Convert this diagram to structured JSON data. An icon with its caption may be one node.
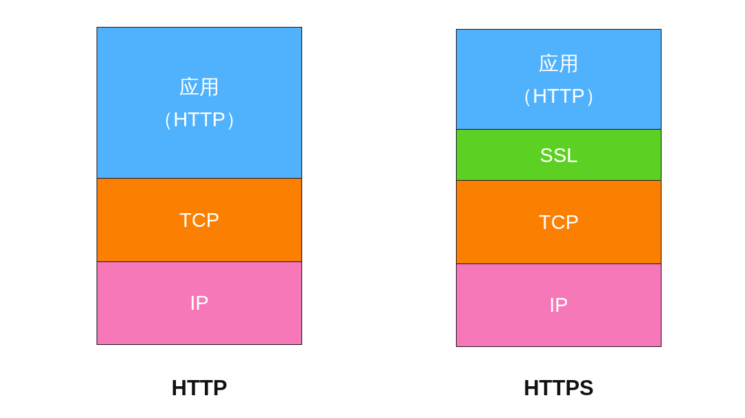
{
  "diagram": {
    "nodes": [
      {
        "text": [
          "应用（HTTP）"
        ]
      },
      {
        "text": [
          "TCP"
        ]
      },
      {
        "text": [
          "IP"
        ]
      },
      {
        "text": [
          "应用（HTTP）"
        ]
      },
      {
        "text": [
          "SSL"
        ]
      },
      {
        "text": [
          "TCP"
        ]
      },
      {
        "text": [
          "IP"
        ]
      }
    ],
    "labels": [
      "HTTP",
      "HTTPS"
    ]
  }
}
